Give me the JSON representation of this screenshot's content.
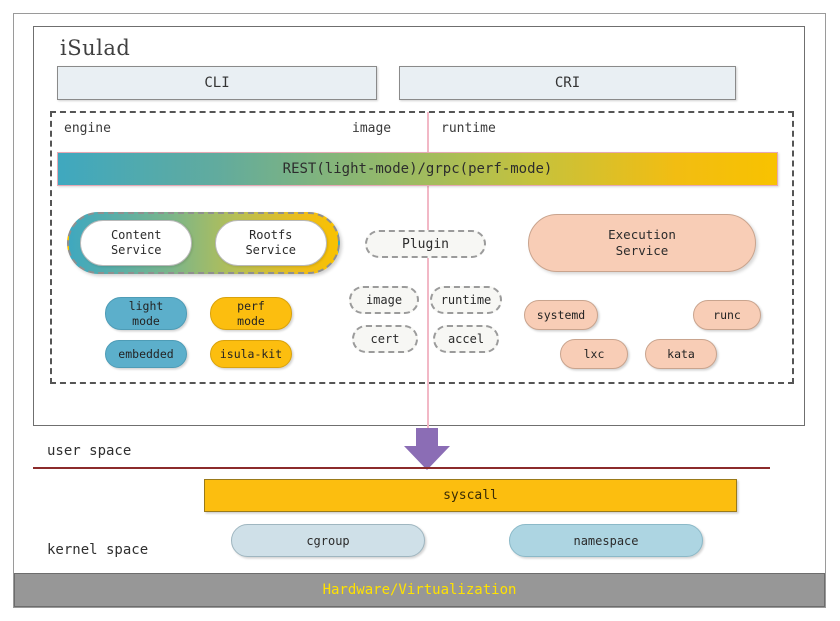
{
  "diagram": {
    "title": "iSulad",
    "hardware_bar": {
      "label": "Hardware/Virtualization"
    }
  },
  "api": {
    "cli": "CLI",
    "cri": "CRI"
  },
  "engine_area": {
    "column_labels": {
      "engine": "engine",
      "image": "image",
      "runtime": "runtime"
    },
    "rest_bar": "REST(light-mode)/grpc(perf-mode)",
    "services": [
      {
        "line1": "Content",
        "line2": "Service"
      },
      {
        "line1": "Rootfs",
        "line2": "Service"
      }
    ],
    "modes": [
      {
        "line1": "light",
        "line2": "mode"
      },
      {
        "line1": "perf",
        "line2": "mode"
      },
      {
        "line1": "embedded",
        "line2": ""
      },
      {
        "line1": "isula-kit",
        "line2": ""
      }
    ],
    "plugins": {
      "group_label": "Plugin",
      "items": [
        "image",
        "runtime",
        "cert",
        "accel"
      ]
    },
    "execution_service": {
      "line1": "Execution",
      "line2": "Service"
    },
    "runtimes": [
      "systemd",
      "runc",
      "lxc",
      "kata"
    ]
  },
  "spaces": {
    "user": "user space",
    "kernel": "kernel space",
    "syscall": "syscall",
    "kernel_features": [
      "cgroup",
      "namespace"
    ]
  },
  "colors": {
    "accent_teal": "#3FA8BF",
    "accent_amber": "#FCBE0F",
    "accent_salmon": "#F8CDB6",
    "accent_purple": "#8B6DB5",
    "divider_maroon": "#8C2B2B",
    "divider_pink": "#F2B8C6",
    "hardware_gray": "#979797",
    "hardware_text": "#FFE200"
  }
}
